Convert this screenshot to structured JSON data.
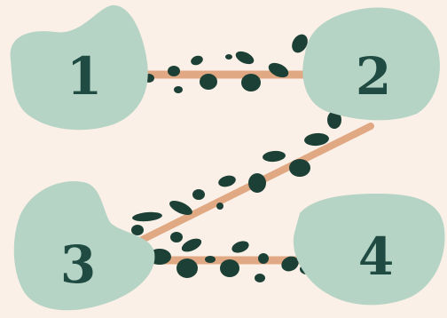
{
  "colors": {
    "background": "#fbf0e7",
    "blob": "#b5d4c5",
    "path": "#e1a983",
    "dots": "#1c4036",
    "numeral": "#1f4b42"
  },
  "nodes": [
    {
      "label": "1"
    },
    {
      "label": "2"
    },
    {
      "label": "3"
    },
    {
      "label": "4"
    }
  ],
  "connections": [
    {
      "from": "1",
      "to": "2"
    },
    {
      "from": "2",
      "to": "3"
    },
    {
      "from": "3",
      "to": "4"
    }
  ]
}
